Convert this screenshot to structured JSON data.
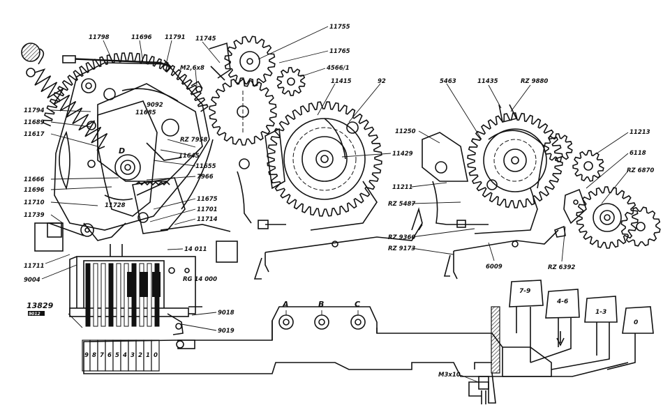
{
  "part_labels": {
    "p11798": "11798",
    "p11696a": "11696",
    "p11791": "11791",
    "p11745": "11745",
    "p11755": "11755",
    "p11765": "11765",
    "p4566": "4566/1",
    "pM26x8": "M2,6x8",
    "p9092": "9092",
    "p11685": "11685",
    "p11794": "11794",
    "p11689": "11689",
    "p11617": "11617",
    "pD": "D",
    "pRZ7958": "RZ 7958",
    "p11645": "11645",
    "p11655": "11655",
    "p7966": "7966",
    "p11666": "11666",
    "p11696b": "11696",
    "p11710": "11710",
    "p11728": "11728",
    "p11675": "11675",
    "p11701": "11701",
    "p11714": "11714",
    "p11739": "11739",
    "p14011": "14 011",
    "p11711": "11711",
    "p9004": "9004",
    "pRG14000": "RG 14 000",
    "p13829": "13829",
    "p9012": "9012",
    "p9018": "9018",
    "p9019": "9019",
    "p11415": "11415",
    "p92": "92",
    "p11429": "11429",
    "p5463": "5463",
    "p11435": "11435",
    "pRZ9880": "RZ 9880",
    "p11250": "11250",
    "p11213": "11213",
    "p6118": "6118",
    "pRZ6870": "RZ 6870",
    "p11211": "11211",
    "pRZ5487": "RZ 5487",
    "pRZ9360": "RZ 9360",
    "pRZ9173": "RZ 9173",
    "p6009": "6009",
    "pRZ6392": "RZ 6392",
    "pM3x10": "M3x10"
  },
  "position_letters": {
    "A": "A",
    "B": "B",
    "C": "C"
  },
  "keys": {
    "k79": "7-9",
    "k46": "4-6",
    "k13": "1-3",
    "k0": "0"
  },
  "digit_row": [
    "9",
    "8",
    "7",
    "6",
    "5",
    "4",
    "3",
    "2",
    "1",
    "0"
  ]
}
